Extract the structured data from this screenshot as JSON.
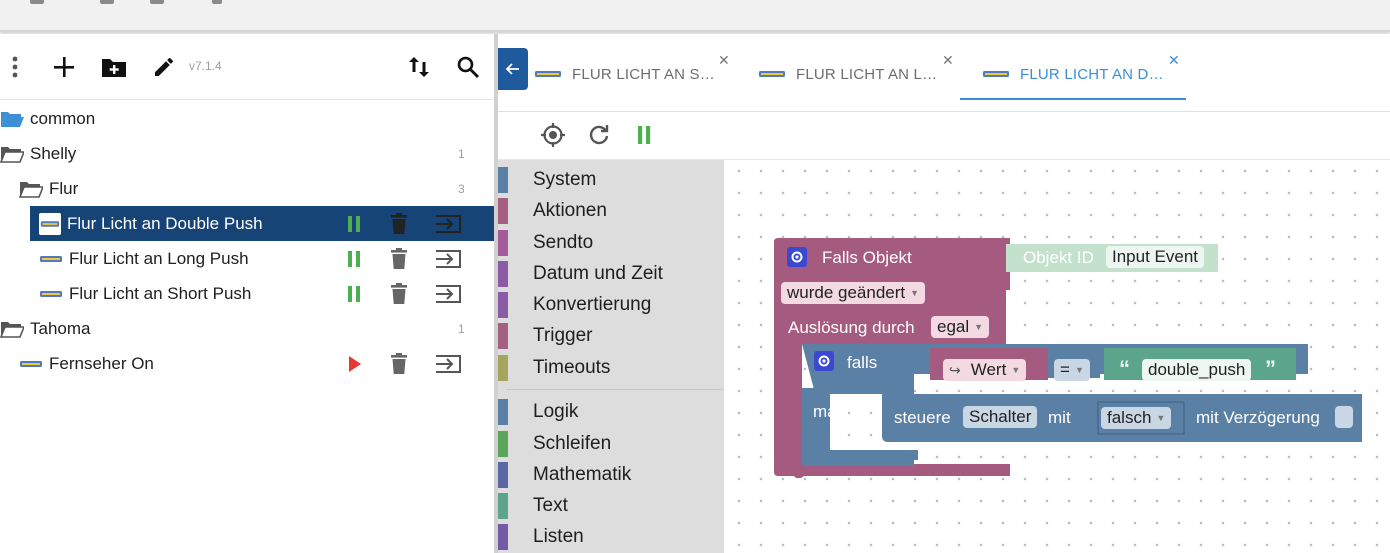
{
  "left_toolbar": {
    "version": "v7.1.4"
  },
  "tree": [
    {
      "type": "folder-open",
      "label": "common",
      "count": "",
      "depth": 0
    },
    {
      "type": "folder-open",
      "label": "Shelly",
      "count": "1",
      "depth": 0
    },
    {
      "type": "folder-open",
      "label": "Flur",
      "count": "3",
      "depth": 1
    },
    {
      "type": "script",
      "label": "Flur Licht an Double Push",
      "state": "running",
      "depth": 2,
      "selected": true
    },
    {
      "type": "script",
      "label": "Flur Licht an Long Push",
      "state": "running",
      "depth": 2
    },
    {
      "type": "script",
      "label": "Flur Licht an Short Push",
      "state": "running",
      "depth": 2
    },
    {
      "type": "folder-open",
      "label": "Tahoma",
      "count": "1",
      "depth": 0
    },
    {
      "type": "script",
      "label": "Fernseher On",
      "state": "stopped",
      "depth": 1
    }
  ],
  "tabs": [
    {
      "label": "FLUR LICHT AN S…",
      "active": false
    },
    {
      "label": "FLUR LICHT AN L…",
      "active": false
    },
    {
      "label": "FLUR LICHT AN D…",
      "active": true
    }
  ],
  "toolbox": {
    "categories": [
      {
        "label": "System",
        "color": "#5b80a5"
      },
      {
        "label": "Aktionen",
        "color": "#a5607f"
      },
      {
        "label": "Sendto",
        "color": "#a55b99"
      },
      {
        "label": "Datum und Zeit",
        "color": "#8b5ca5"
      },
      {
        "label": "Konvertierung",
        "color": "#8b5ca5"
      },
      {
        "label": "Trigger",
        "color": "#a5607f"
      },
      {
        "label": "Timeouts",
        "color": "#a5a55b"
      },
      {
        "label": "Logik",
        "color": "#5b80a5"
      },
      {
        "label": "Schleifen",
        "color": "#5ba55b"
      },
      {
        "label": "Mathematik",
        "color": "#5b67a5"
      },
      {
        "label": "Text",
        "color": "#5ba58c"
      },
      {
        "label": "Listen",
        "color": "#745ba5"
      }
    ]
  },
  "blocks": {
    "trigger_title": "Falls Objekt",
    "object_id_label": "Objekt ID",
    "object_id_value": "Input Event",
    "changed_option": "wurde geändert",
    "trigger_label": "Auslösung durch",
    "trigger_option": "egal",
    "if_label": "falls",
    "value_option": "Wert",
    "compare_op": "=",
    "string_value": "double_push",
    "do_label": "mache",
    "control_label": "steuere",
    "control_target": "Schalter",
    "with_label": "mit",
    "bool_value": "falsch",
    "delay_label": "mit Verzögerung"
  },
  "colors": {
    "selected_row": "#164477",
    "run_green": "#4caf50",
    "stop_red": "#e53935",
    "tab_active": "#3b8ed4",
    "trigger_block": "#a55b80",
    "logic_block": "#5b80a5",
    "text_block": "#5ba58c"
  }
}
